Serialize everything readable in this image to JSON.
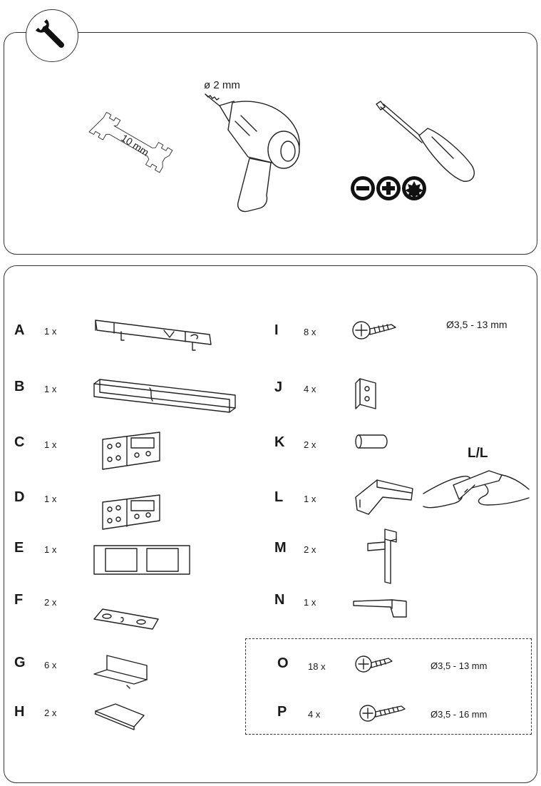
{
  "tools": {
    "wrench_size": "10 mm",
    "drill_bit": "ø 2 mm",
    "screwdriver_tips": [
      "slotted-tip-icon",
      "phillips-tip-icon",
      "torx-tip-icon"
    ]
  },
  "parts_left": [
    {
      "letter": "A",
      "qty": "1 x"
    },
    {
      "letter": "B",
      "qty": "1 x"
    },
    {
      "letter": "C",
      "qty": "1 x"
    },
    {
      "letter": "D",
      "qty": "1 x"
    },
    {
      "letter": "E",
      "qty": "1 x"
    },
    {
      "letter": "F",
      "qty": "2 x"
    },
    {
      "letter": "G",
      "qty": "6 x"
    },
    {
      "letter": "H",
      "qty": "2 x"
    }
  ],
  "parts_right": [
    {
      "letter": "I",
      "qty": "8 x",
      "spec": "Ø3,5 - 13 mm"
    },
    {
      "letter": "J",
      "qty": "4 x"
    },
    {
      "letter": "K",
      "qty": "2 x"
    },
    {
      "letter": "L",
      "qty": "1 x",
      "note": "L/L"
    },
    {
      "letter": "M",
      "qty": "2 x"
    },
    {
      "letter": "N",
      "qty": "1 x"
    }
  ],
  "extra_screws": [
    {
      "letter": "O",
      "qty": "18 x",
      "spec": "Ø3,5 - 13 mm"
    },
    {
      "letter": "P",
      "qty": "4 x",
      "spec": "Ø3,5 - 16 mm"
    }
  ]
}
